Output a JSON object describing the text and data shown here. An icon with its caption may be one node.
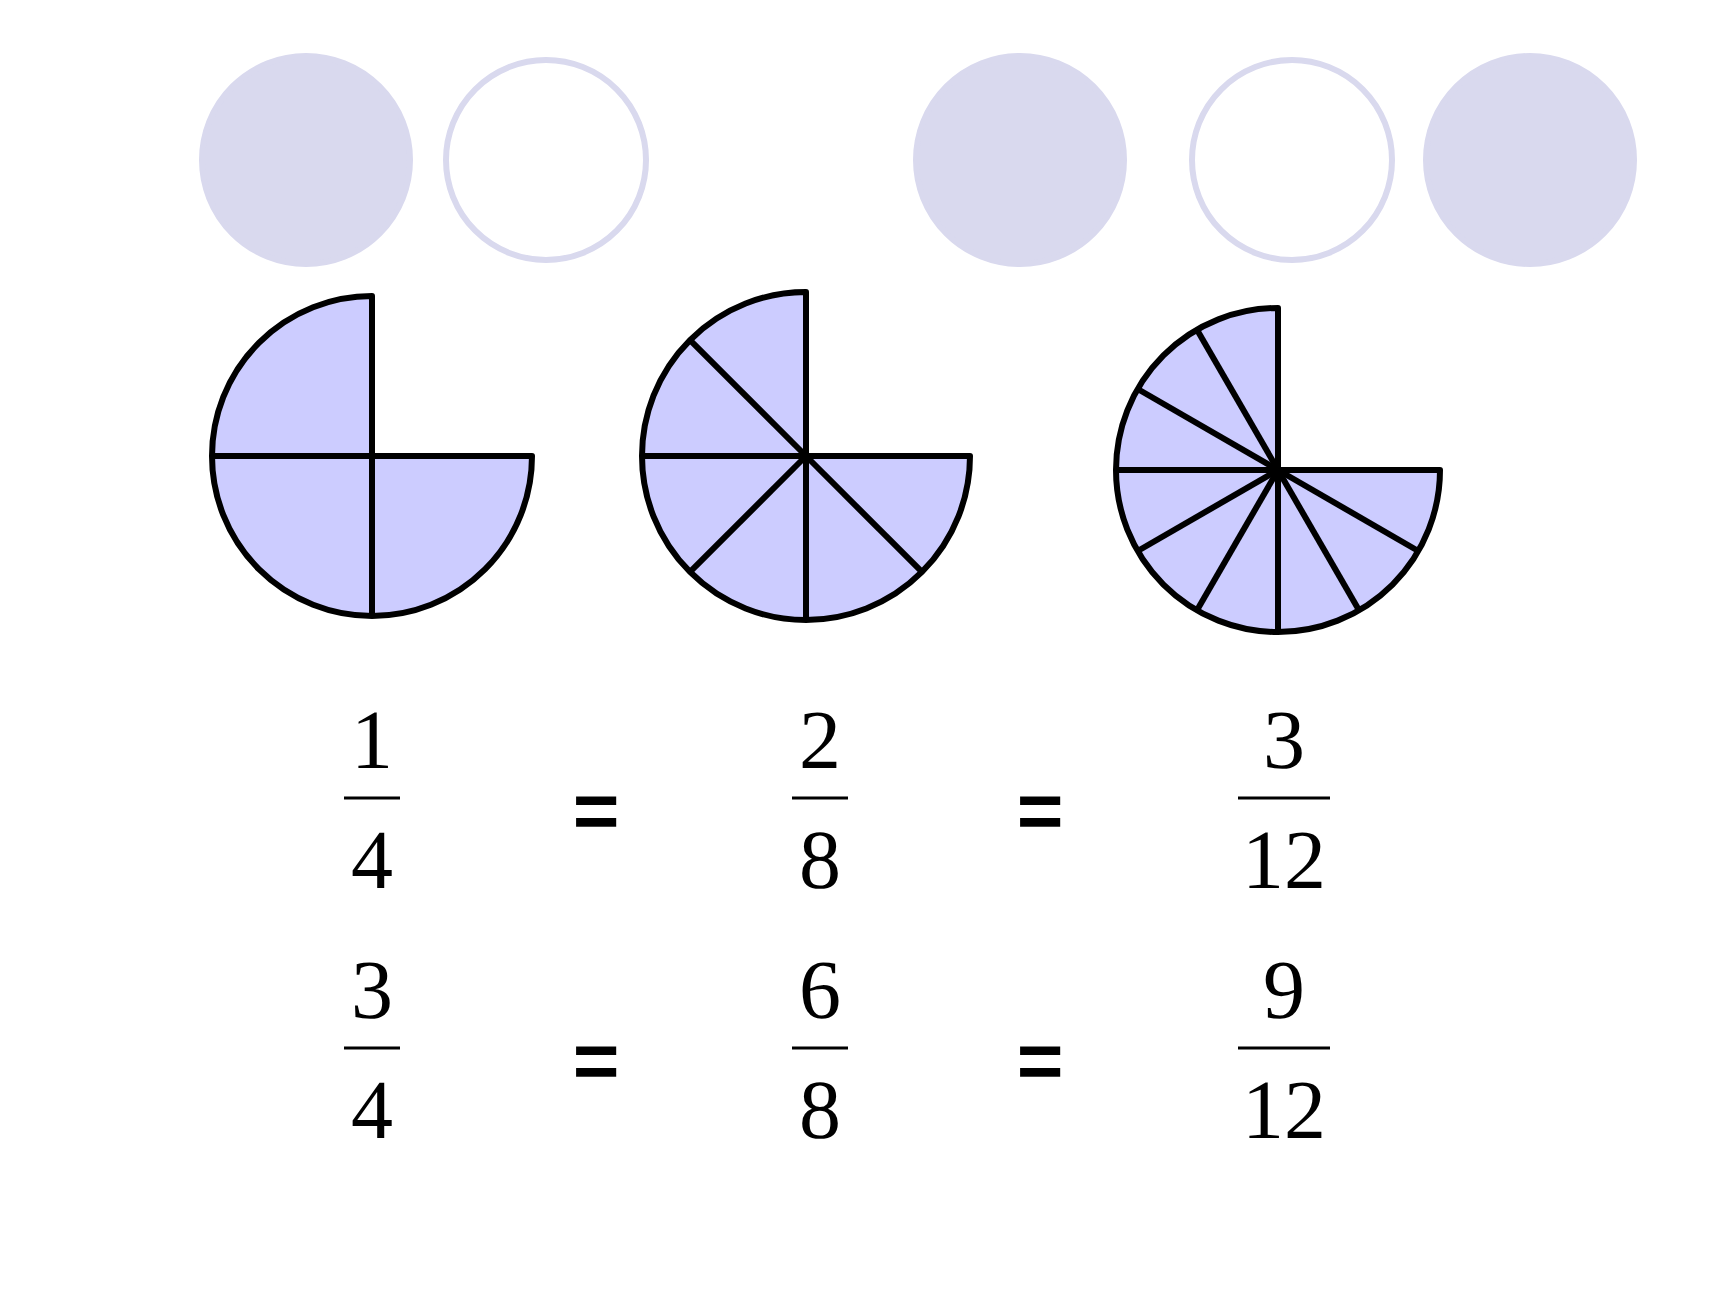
{
  "diagram": {
    "labels": [
      "1",
      "4",
      "=",
      "2",
      "8",
      "=",
      "3",
      "12",
      "3",
      "4",
      "=",
      "6",
      "8",
      "=",
      "9",
      "12"
    ]
  }
}
